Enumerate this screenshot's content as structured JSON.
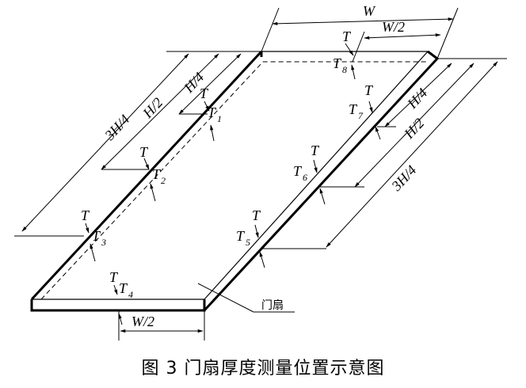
{
  "labels": {
    "w": "W",
    "w_half": "W/2",
    "h_quarter": "H/4",
    "h_half": "H/2",
    "h_three_quarter": "3H/4",
    "t": "T",
    "t_sym": "T",
    "t1": "1",
    "t2": "2",
    "t3": "3",
    "t4": "4",
    "t5": "5",
    "t6": "6",
    "t7": "7",
    "t8": "8",
    "door_leaf": "门扇"
  },
  "caption": "图 3   门扇厚度测量位置示意图"
}
